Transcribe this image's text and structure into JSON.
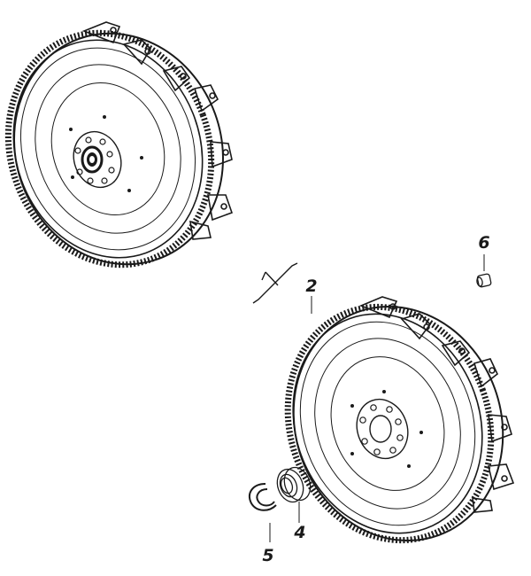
{
  "diagram": {
    "callouts": [
      {
        "id": "2",
        "label": "2"
      },
      {
        "id": "4",
        "label": "4"
      },
      {
        "id": "5",
        "label": "5"
      },
      {
        "id": "6",
        "label": "6"
      }
    ]
  },
  "colors": {
    "ink": "#1a1a1a",
    "paper": "#ffffff"
  }
}
